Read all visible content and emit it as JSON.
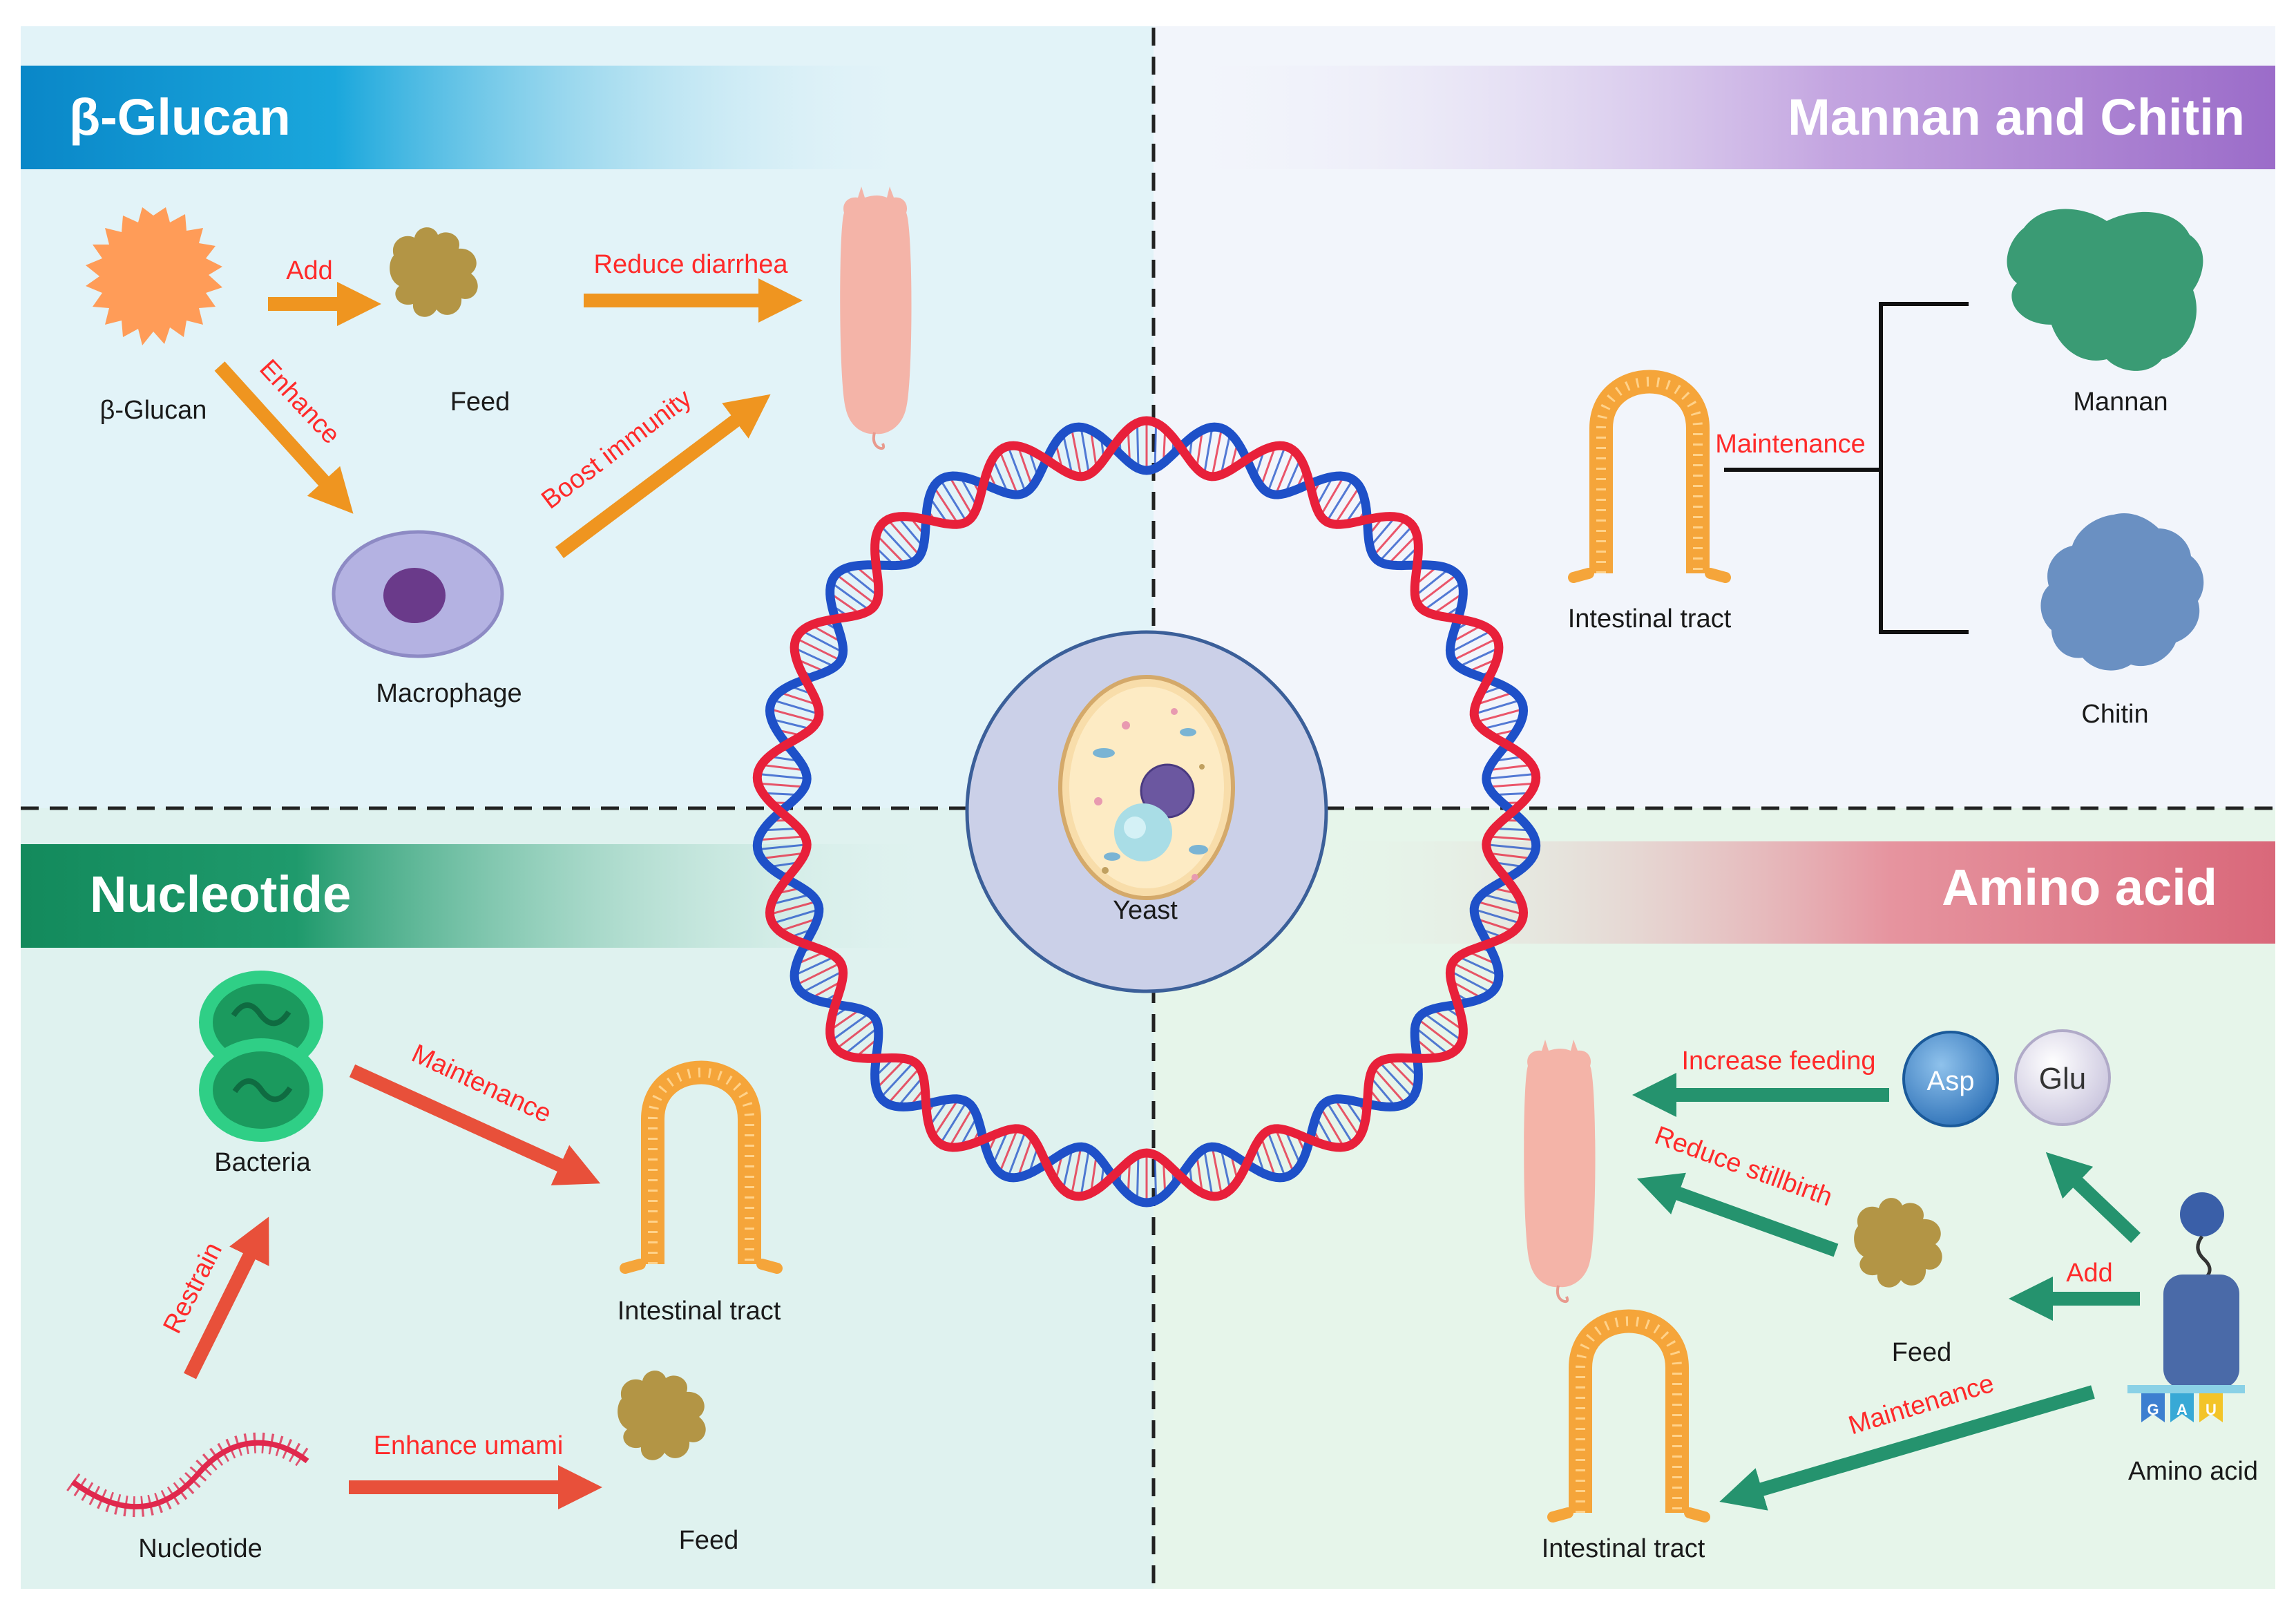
{
  "quadrants": {
    "beta_glucan": {
      "header": "β-Glucan",
      "labels": {
        "glucan": "β-Glucan",
        "feed": "Feed",
        "macrophage": "Macrophage"
      },
      "arrows": {
        "add": "Add",
        "reduce_diarrhea": "Reduce diarrhea",
        "enhance": "Enhance",
        "boost_immunity": "Boost immunity"
      }
    },
    "mannan_chitin": {
      "header": "Mannan and Chitin",
      "labels": {
        "intestinal": "Intestinal tract",
        "mannan": "Mannan",
        "chitin": "Chitin"
      },
      "arrows": {
        "maintenance": "Maintenance"
      }
    },
    "nucleotide": {
      "header": "Nucleotide",
      "labels": {
        "bacteria": "Bacteria",
        "intestinal": "Intestinal tract",
        "nucleotide": "Nucleotide",
        "feed": "Feed"
      },
      "arrows": {
        "maintenance": "Maintenance",
        "restrain": "Restrain",
        "enhance_umami": "Enhance umami"
      }
    },
    "amino_acid": {
      "header": "Amino acid",
      "labels": {
        "asp": "Asp",
        "glu": "Glu",
        "feed": "Feed",
        "intestinal": "Intestinal tract",
        "amino_acid": "Amino acid",
        "g": "G",
        "a": "A",
        "u": "U"
      },
      "arrows": {
        "increase_feeding": "Increase feeding",
        "reduce_stillbirth": "Reduce stillbirth",
        "add": "Add",
        "maintenance": "Maintenance"
      }
    }
  },
  "center": {
    "label": "Yeast"
  },
  "colors": {
    "q1_bg": "#e2f3f8",
    "q2_bg": "#f2f5fb",
    "q3_bg": "#dff2ef",
    "q4_bg": "#e6f5ea",
    "orange_arrow": "#ef9520",
    "red_arrow": "#e8503a",
    "green_arrow": "#25936e",
    "dna_red": "#e8203a",
    "dna_blue": "#1e50c8"
  },
  "icons": [
    "glucan-blob-icon",
    "feed-pellet-icon",
    "pig-icon",
    "macrophage-cell-icon",
    "intestine-villus-icon",
    "mannan-blob-icon",
    "chitin-blob-icon",
    "bacteria-icon",
    "nucleotide-strand-icon",
    "amino-acid-icon",
    "dna-ring-icon",
    "yeast-cell-icon"
  ]
}
